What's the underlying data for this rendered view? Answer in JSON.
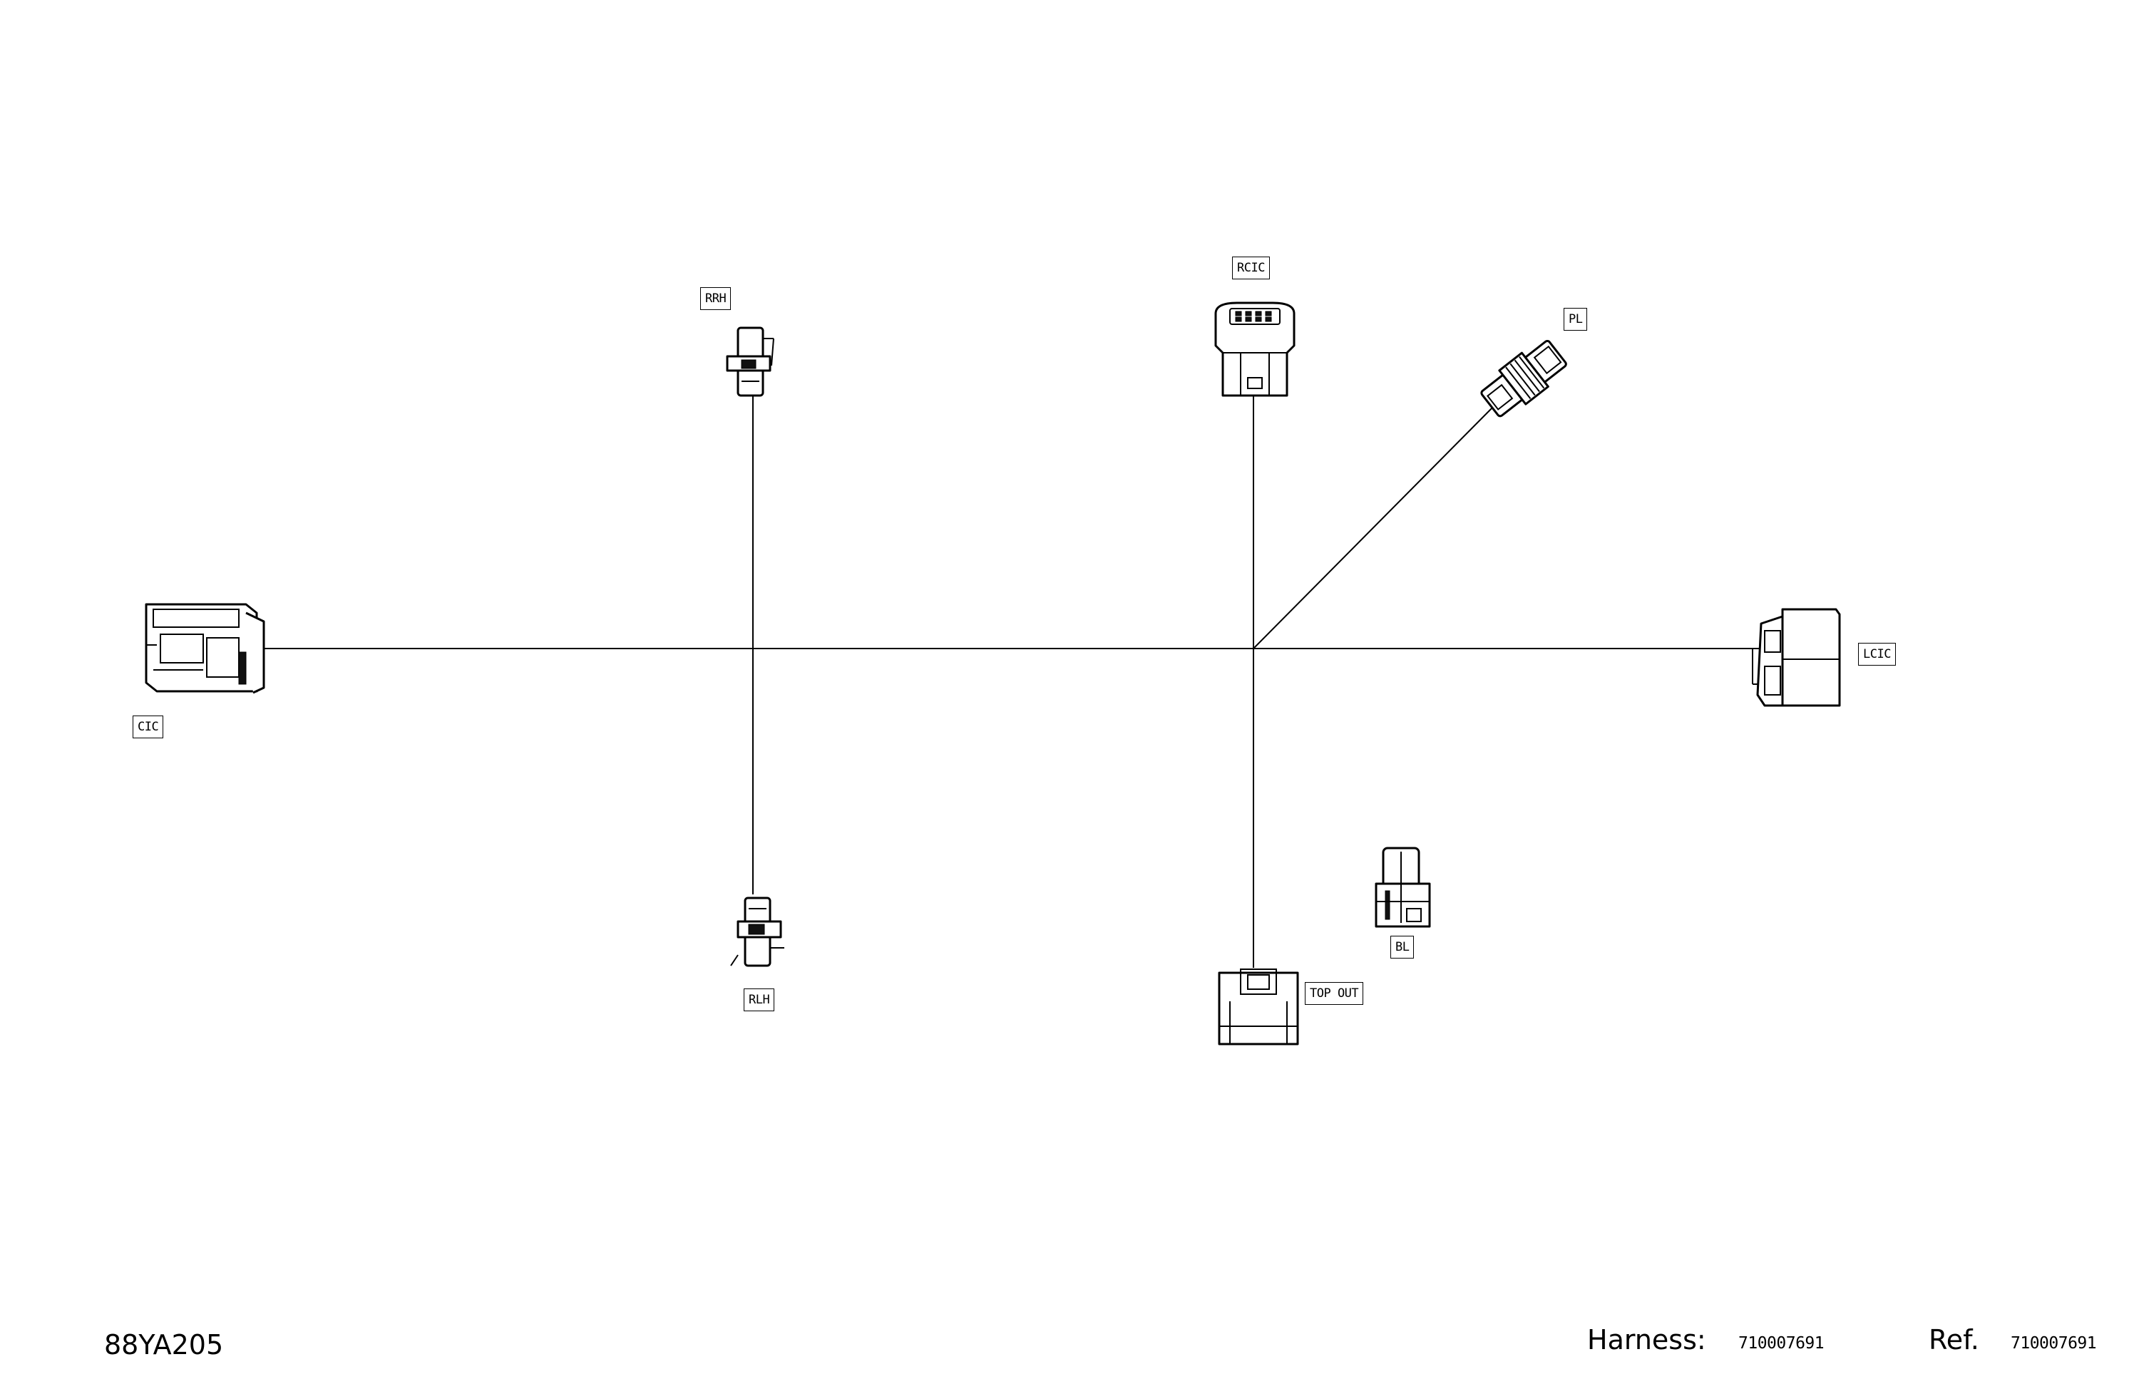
{
  "connectors": {
    "cic": "CIC",
    "rrh": "RRH",
    "rlh": "RLH",
    "rcic": "RCIC",
    "pl": "PL",
    "lcic": "LCIC",
    "bl": "BL",
    "top_out": "TOP OUT"
  },
  "footer": {
    "drawing_id": "88YA205",
    "harness_label": "Harness:",
    "harness_number": "710007691",
    "ref_label": "Ref.",
    "ref_number": "710007691"
  }
}
